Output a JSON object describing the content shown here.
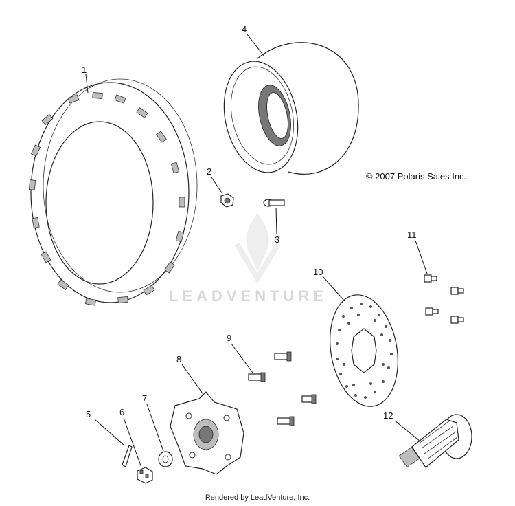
{
  "copyright": "© 2007 Polaris Sales Inc.",
  "watermark": "LEADVENTURE",
  "footer": "Rendered by LeadVenture, Inc.",
  "callouts": [
    "1",
    "2",
    "3",
    "4",
    "5",
    "6",
    "7",
    "8",
    "9",
    "10",
    "11",
    "12"
  ]
}
